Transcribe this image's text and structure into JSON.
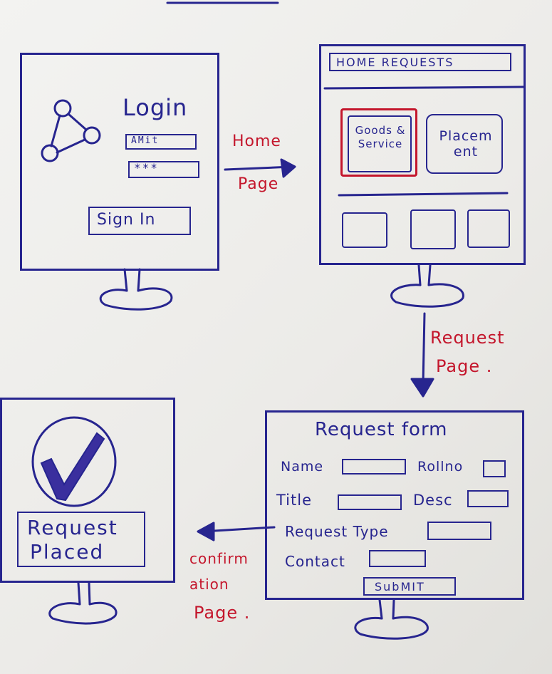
{
  "login_screen": {
    "title": "Login",
    "username_value": "AMit",
    "password_value": "***",
    "sign_in_label": "Sign In"
  },
  "home_screen": {
    "header": "HOME REQUESTS",
    "tile_goods": "Goods & Service",
    "tile_placement": "Placem ent"
  },
  "request_screen": {
    "title": "Request form",
    "labels": {
      "name": "Name",
      "rollno": "Rollno",
      "title": "Title",
      "desc": "Desc",
      "request_type": "Request Type",
      "contact": "Contact"
    },
    "submit_label": "SubMIT"
  },
  "confirmation_screen": {
    "message_line1": "Request",
    "message_line2": "Placed"
  },
  "arrows": {
    "to_home": [
      "Home",
      "Page"
    ],
    "to_request": [
      "Request",
      "Page ."
    ],
    "to_confirmation": [
      "confirm",
      "ation",
      "Page ."
    ]
  },
  "colors": {
    "ink_blue": "#27258f",
    "ink_red": "#c4162c",
    "check_fill": "#3a2f9e"
  }
}
